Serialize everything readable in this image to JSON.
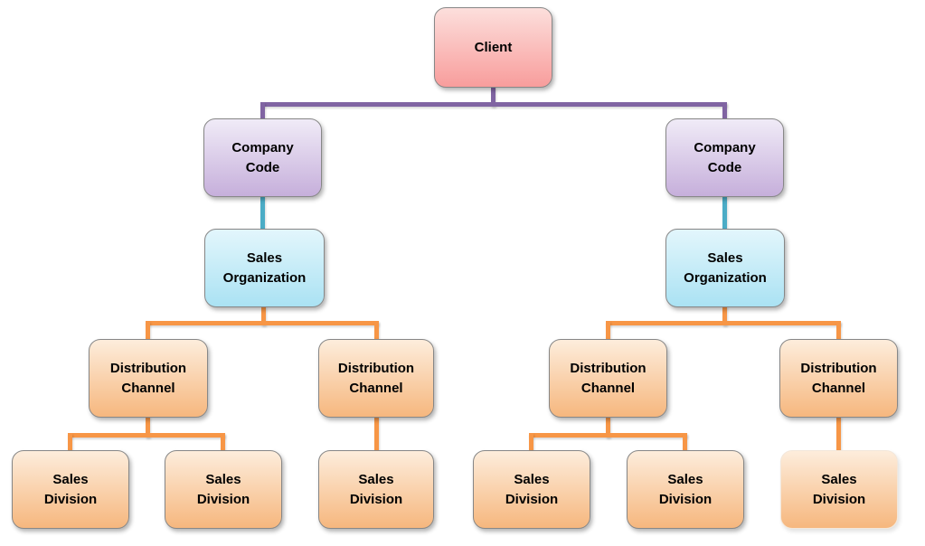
{
  "diagram": {
    "type": "org-hierarchy",
    "levels": [
      "Client",
      "Company Code",
      "Sales Organization",
      "Distribution Channel",
      "Sales Division"
    ],
    "nodes": [
      {
        "id": "client",
        "label": "Client",
        "level": "Client",
        "parent": null
      },
      {
        "id": "company-code-left",
        "label": "Company\nCode",
        "level": "Company Code",
        "parent": "client"
      },
      {
        "id": "company-code-right",
        "label": "Company\nCode",
        "level": "Company Code",
        "parent": "client"
      },
      {
        "id": "sales-organization-left",
        "label": "Sales\nOrganization",
        "level": "Sales Organization",
        "parent": "company-code-left"
      },
      {
        "id": "sales-organization-right",
        "label": "Sales\nOrganization",
        "level": "Sales Organization",
        "parent": "company-code-right"
      },
      {
        "id": "distribution-channel-1",
        "label": "Distribution\nChannel",
        "level": "Distribution Channel",
        "parent": "sales-organization-left"
      },
      {
        "id": "distribution-channel-2",
        "label": "Distribution\nChannel",
        "level": "Distribution Channel",
        "parent": "sales-organization-left"
      },
      {
        "id": "distribution-channel-3",
        "label": "Distribution\nChannel",
        "level": "Distribution Channel",
        "parent": "sales-organization-right"
      },
      {
        "id": "distribution-channel-4",
        "label": "Distribution\nChannel",
        "level": "Distribution Channel",
        "parent": "sales-organization-right"
      },
      {
        "id": "sales-division-1",
        "label": "Sales\nDivision",
        "level": "Sales Division",
        "parent": "distribution-channel-1"
      },
      {
        "id": "sales-division-2",
        "label": "Sales\nDivision",
        "level": "Sales Division",
        "parent": "distribution-channel-1"
      },
      {
        "id": "sales-division-3",
        "label": "Sales\nDivision",
        "level": "Sales Division",
        "parent": "distribution-channel-2"
      },
      {
        "id": "sales-division-4",
        "label": "Sales\nDivision",
        "level": "Sales Division",
        "parent": "distribution-channel-3"
      },
      {
        "id": "sales-division-5",
        "label": "Sales\nDivision",
        "level": "Sales Division",
        "parent": "distribution-channel-3"
      },
      {
        "id": "sales-division-6",
        "label": "Sales\nDivision",
        "level": "Sales Division",
        "parent": "distribution-channel-4"
      }
    ],
    "palette": {
      "background": "#ffffff",
      "client_top": "#fcdfdc",
      "client_bottom": "#f89d9c",
      "purple_top": "#f0ebf7",
      "purple_bottom": "#c6afdb",
      "cyan_top": "#e3f6fc",
      "cyan_bottom": "#aae2f3",
      "orange_top": "#fdeddc",
      "orange_bottom": "#f6b77e",
      "connector_purple": "#8064a2",
      "connector_cyan": "#4bacc6",
      "connector_orange": "#f79646",
      "border": "#878787",
      "light_border": "#f3e7da",
      "text": "#000000"
    }
  }
}
